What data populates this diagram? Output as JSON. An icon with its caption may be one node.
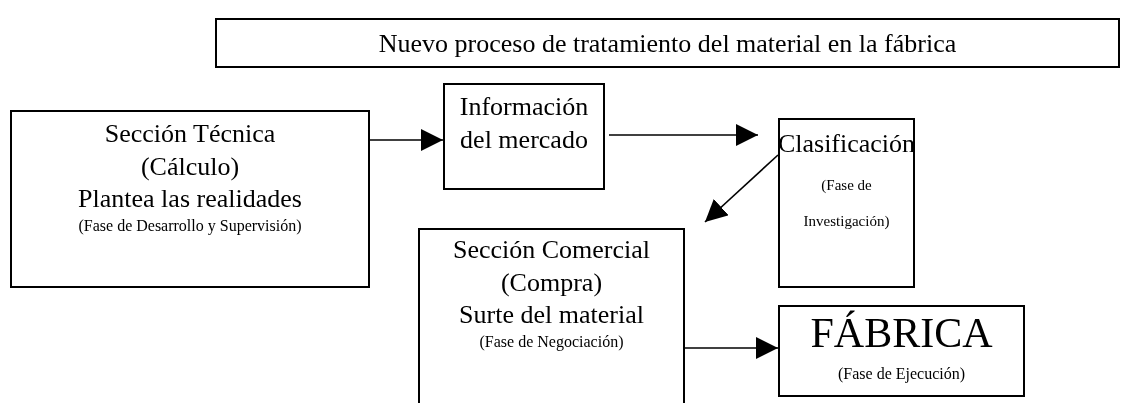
{
  "diagram": {
    "nodes": [
      {
        "text": [
          "Nuevo proceso de tratamiento del material en la fábrica"
        ]
      },
      {
        "text": [
          "Sección Técnica",
          "(Cálculo)",
          "Plantea las realidades",
          "(Fase de Desarrollo y Supervisión)"
        ]
      },
      {
        "text": [
          "Información del mercado"
        ]
      },
      {
        "text": [
          "Clasificación",
          "(Fase de Investigación)"
        ]
      },
      {
        "text": [
          "Sección Comercial",
          "(Compra)",
          "Surte del material",
          "(Fase de Negociación)"
        ]
      },
      {
        "text": [
          "FÁBRICA",
          "(Fase de Ejecución)"
        ]
      }
    ],
    "edges": [
      {
        "from": 1,
        "to": 2,
        "arrow": "to"
      },
      {
        "from": 2,
        "to": 3,
        "arrow": "to"
      },
      {
        "from": 3,
        "to": 4,
        "arrow": "to"
      },
      {
        "from": 4,
        "to": 5,
        "arrow": "to"
      }
    ]
  }
}
